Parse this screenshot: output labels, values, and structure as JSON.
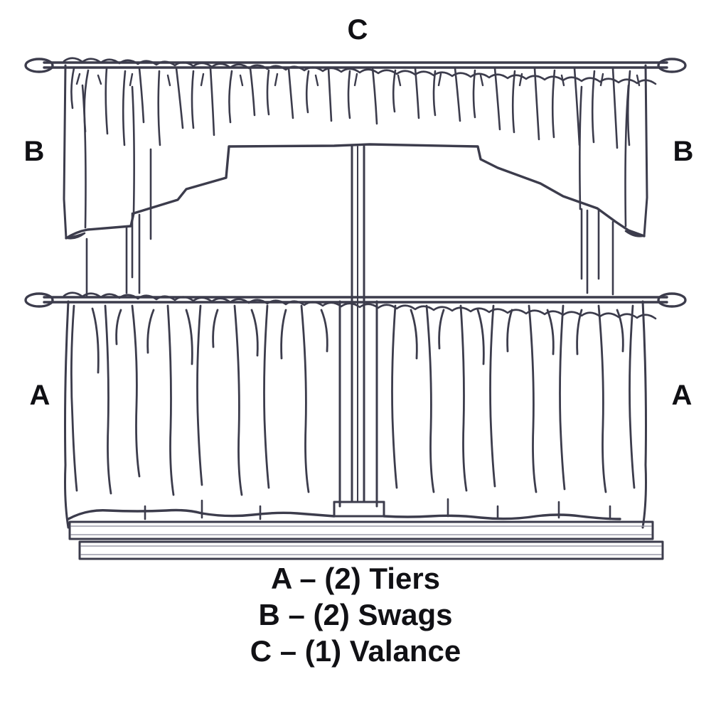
{
  "figure": {
    "title": "Window treatment assembly diagram",
    "subject": "curtain-set",
    "background_color": "#ffffff",
    "line_color": "#3c3c4c",
    "label_color": "#101014"
  },
  "callouts": [
    {
      "key": "C",
      "label": "C",
      "name": "callout-c-top",
      "refers_to": "valance"
    },
    {
      "key": "B",
      "label": "B",
      "name": "callout-b-left",
      "refers_to": "swag"
    },
    {
      "key": "B",
      "label": "B",
      "name": "callout-b-right",
      "refers_to": "swag"
    },
    {
      "key": "A",
      "label": "A",
      "name": "callout-a-left",
      "refers_to": "tier"
    },
    {
      "key": "A",
      "label": "A",
      "name": "callout-a-right",
      "refers_to": "tier"
    }
  ],
  "legend": {
    "lines": [
      "A – (2) Tiers",
      "B – (2) Swags",
      "C – (1) Valance"
    ],
    "items": [
      {
        "key": "A",
        "count": "(2)",
        "item": "Tiers",
        "text": "A – (2) Tiers"
      },
      {
        "key": "B",
        "count": "(2)",
        "item": "Swags",
        "text": "B – (2) Swags"
      },
      {
        "key": "C",
        "count": "(1)",
        "item": "Valance",
        "text": "C – (1) Valance"
      }
    ]
  },
  "parts": {
    "top_rod": {
      "name": "upper-curtain-rod",
      "finials": 2
    },
    "lower_rod": {
      "name": "lower-curtain-rod",
      "finials": 2
    },
    "valance": {
      "name": "valance-panel"
    },
    "swag_left": {
      "name": "swag-left"
    },
    "swag_right": {
      "name": "swag-right"
    },
    "tier_left": {
      "name": "tier-left"
    },
    "tier_right": {
      "name": "tier-right"
    },
    "window_mullion": {
      "name": "window-mullion"
    },
    "window_sill": {
      "name": "window-sill"
    }
  }
}
